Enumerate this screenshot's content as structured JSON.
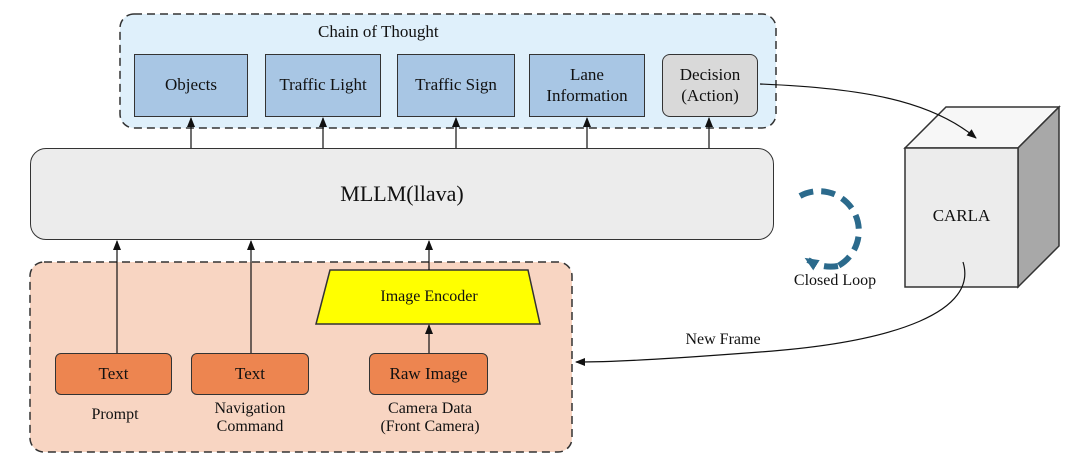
{
  "cot": {
    "title": "Chain of Thought",
    "items": [
      "Objects",
      "Traffic Light",
      "Traffic Sign",
      "Lane\nInformation",
      "Decision\n(Action)"
    ],
    "fill": "#dff0fb",
    "box_fill": "#a8c6e4"
  },
  "mllm": {
    "label": "MLLM(llava)"
  },
  "encoder": {
    "label": "Image Encoder",
    "fill": "#ffff00"
  },
  "inputs": {
    "fill": "#f8d5c2",
    "items": [
      {
        "box": "Text",
        "caption": "Prompt"
      },
      {
        "box": "Text",
        "caption": "Navigation\nCommand"
      },
      {
        "box": "Raw Image",
        "caption": "Camera Data\n(Front Camera)"
      }
    ],
    "box_fill": "#ed8550"
  },
  "carla": {
    "label": "CARLA"
  },
  "loop": {
    "label": "Closed Loop",
    "color": "#2b6a8c"
  },
  "feedback": {
    "label": "New Frame"
  }
}
